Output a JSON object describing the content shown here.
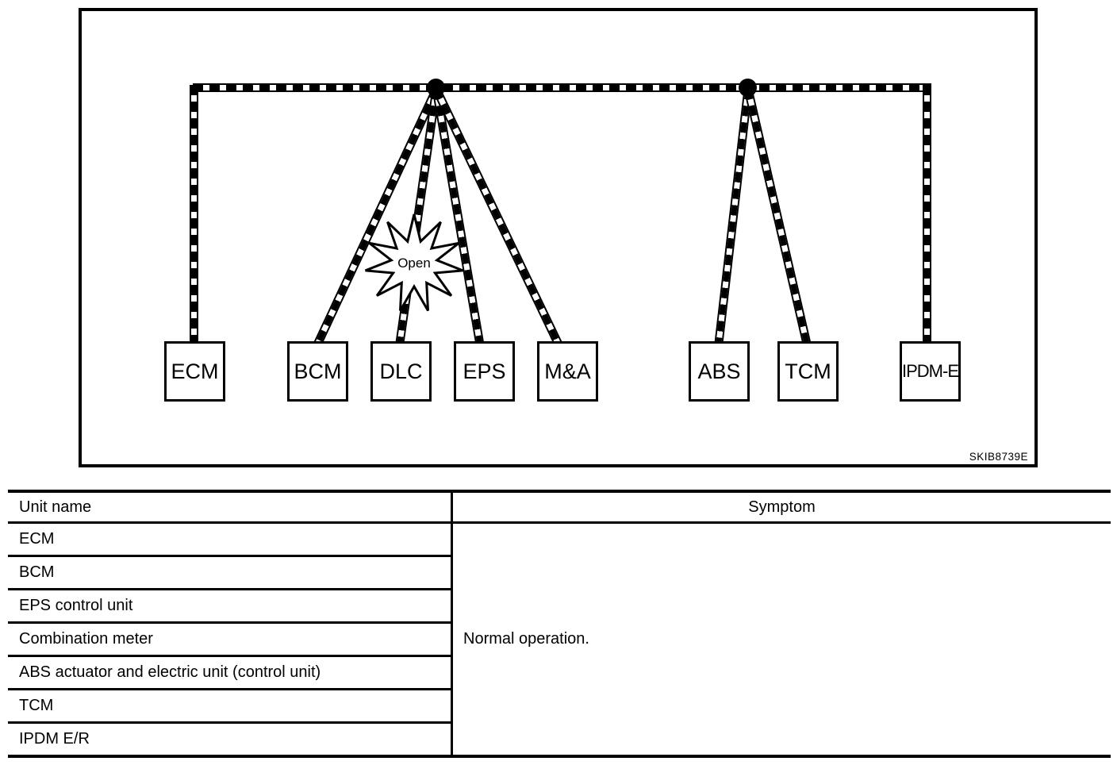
{
  "diagram": {
    "code_label": "SKIB8739E",
    "burst_label": "Open",
    "nodes": [
      {
        "label": "ECM"
      },
      {
        "label": "BCM"
      },
      {
        "label": "DLC"
      },
      {
        "label": "EPS"
      },
      {
        "label": "M&A"
      },
      {
        "label": "ABS"
      },
      {
        "label": "TCM"
      },
      {
        "label": "IPDM-E"
      }
    ]
  },
  "table": {
    "unit_header": "Unit name",
    "symptom_header": "Symptom",
    "unit_rows": [
      "ECM",
      "BCM",
      "EPS control unit",
      "Combination meter",
      "ABS actuator and electric unit (control unit)",
      "TCM",
      "IPDM E/R"
    ],
    "symptom_value": "Normal operation."
  },
  "colors": {
    "line": "#000000",
    "background": "#ffffff"
  }
}
